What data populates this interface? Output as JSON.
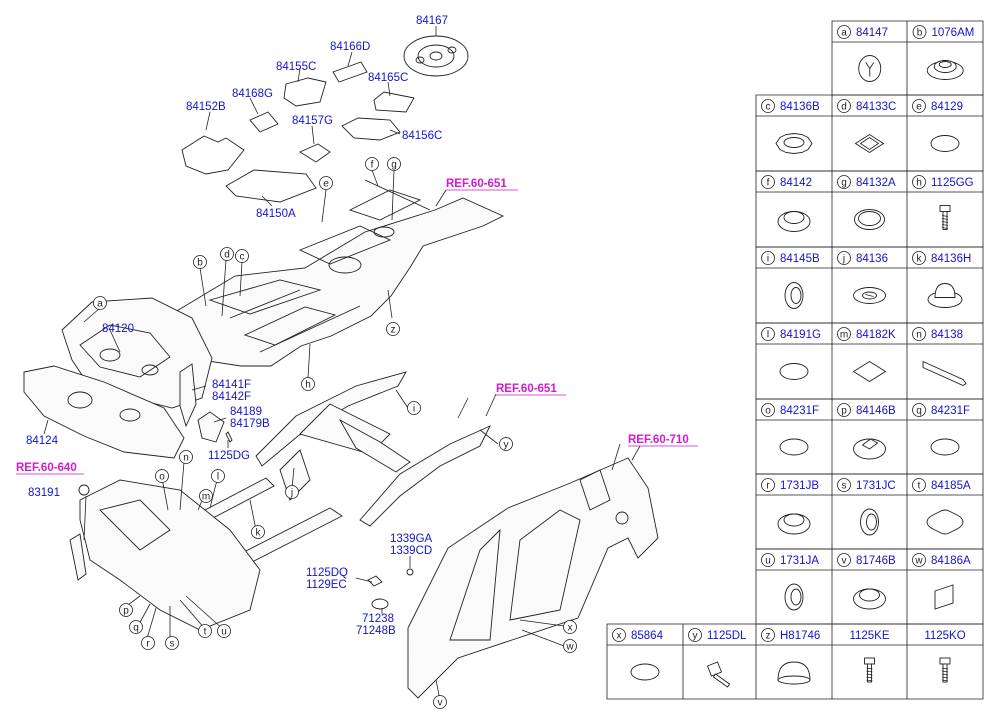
{
  "diagram": {
    "part_labels": {
      "p84167": "84167",
      "p84166D": "84166D",
      "p84155C": "84155C",
      "p84165C": "84165C",
      "p84168G": "84168G",
      "p84152B": "84152B",
      "p84157G": "84157G",
      "p84156C": "84156C",
      "p84150A": "84150A",
      "p84120": "84120",
      "p84124": "84124",
      "p84141F": "84141F",
      "p84142F": "84142F",
      "p84189": "84189",
      "p84179B": "84179B",
      "p1125DG": "1125DG",
      "p83191": "83191",
      "p1339GA": "1339GA",
      "p1339CD": "1339CD",
      "p1125DQ": "1125DQ",
      "p1129EC": "1129EC",
      "p71238": "71238",
      "p71248B": "71248B"
    },
    "refs": {
      "r651a": "REF.60-651",
      "r651b": "REF.60-651",
      "r710": "REF.60-710",
      "r640": "REF.60-640"
    },
    "callouts": {
      "a": "a",
      "b": "b",
      "c": "c",
      "d": "d",
      "e": "e",
      "f": "f",
      "g": "g",
      "h": "h",
      "i": "i",
      "j": "j",
      "k": "k",
      "l": "l",
      "m": "m",
      "n": "n",
      "o": "o",
      "p": "p",
      "q": "q",
      "r": "r",
      "s": "s",
      "t": "t",
      "u": "u",
      "v": "v",
      "w": "w",
      "x": "x",
      "y": "y",
      "z": "z"
    }
  },
  "legend": {
    "cells": [
      {
        "letter": "a",
        "num": "84147",
        "icon": "round-grommet-icon"
      },
      {
        "letter": "b",
        "num": "1076AM",
        "icon": "large-grommet-icon"
      },
      {
        "letter": "c",
        "num": "84136B",
        "icon": "gear-plug-icon"
      },
      {
        "letter": "d",
        "num": "84133C",
        "icon": "rounded-square-pad-icon"
      },
      {
        "letter": "e",
        "num": "84129",
        "icon": "oval-pad-icon"
      },
      {
        "letter": "f",
        "num": "84142",
        "icon": "round-plug-icon"
      },
      {
        "letter": "g",
        "num": "84132A",
        "icon": "ring-plug-icon"
      },
      {
        "letter": "h",
        "num": "1125GG",
        "icon": "bolt-icon"
      },
      {
        "letter": "i",
        "num": "84145B",
        "icon": "small-plug-icon"
      },
      {
        "letter": "j",
        "num": "84136",
        "icon": "flat-plug-icon"
      },
      {
        "letter": "k",
        "num": "84136H",
        "icon": "domed-plug-icon"
      },
      {
        "letter": "l",
        "num": "84191G",
        "icon": "oval-pad-icon"
      },
      {
        "letter": "m",
        "num": "84182K",
        "icon": "diamond-pad-icon"
      },
      {
        "letter": "n",
        "num": "84138",
        "icon": "strip-icon"
      },
      {
        "letter": "o",
        "num": "84231F",
        "icon": "oval-pad-icon"
      },
      {
        "letter": "p",
        "num": "84146B",
        "icon": "slot-plug-icon"
      },
      {
        "letter": "q",
        "num": "84231F",
        "icon": "oval-pad-icon"
      },
      {
        "letter": "r",
        "num": "1731JB",
        "icon": "round-plug-icon"
      },
      {
        "letter": "s",
        "num": "1731JC",
        "icon": "small-plug-icon"
      },
      {
        "letter": "t",
        "num": "84185A",
        "icon": "rounded-diamond-pad-icon"
      },
      {
        "letter": "u",
        "num": "1731JA",
        "icon": "small-plug-icon"
      },
      {
        "letter": "v",
        "num": "81746B",
        "icon": "round-plug-icon"
      },
      {
        "letter": "w",
        "num": "84186A",
        "icon": "square-pad-icon"
      },
      {
        "letter": "x",
        "num": "85864",
        "icon": "oval-pad-icon"
      },
      {
        "letter": "y",
        "num": "1125DL",
        "icon": "flange-bolt-icon"
      },
      {
        "letter": "z",
        "num": "H81746",
        "icon": "dome-cap-icon"
      },
      {
        "letter": "",
        "num": "1125KE",
        "icon": "bolt-icon"
      },
      {
        "letter": "",
        "num": "1125KO",
        "icon": "bolt-icon"
      }
    ]
  },
  "colors": {
    "part_number": "#1414c8",
    "reference": "#d21ad2",
    "line": "#222222"
  }
}
